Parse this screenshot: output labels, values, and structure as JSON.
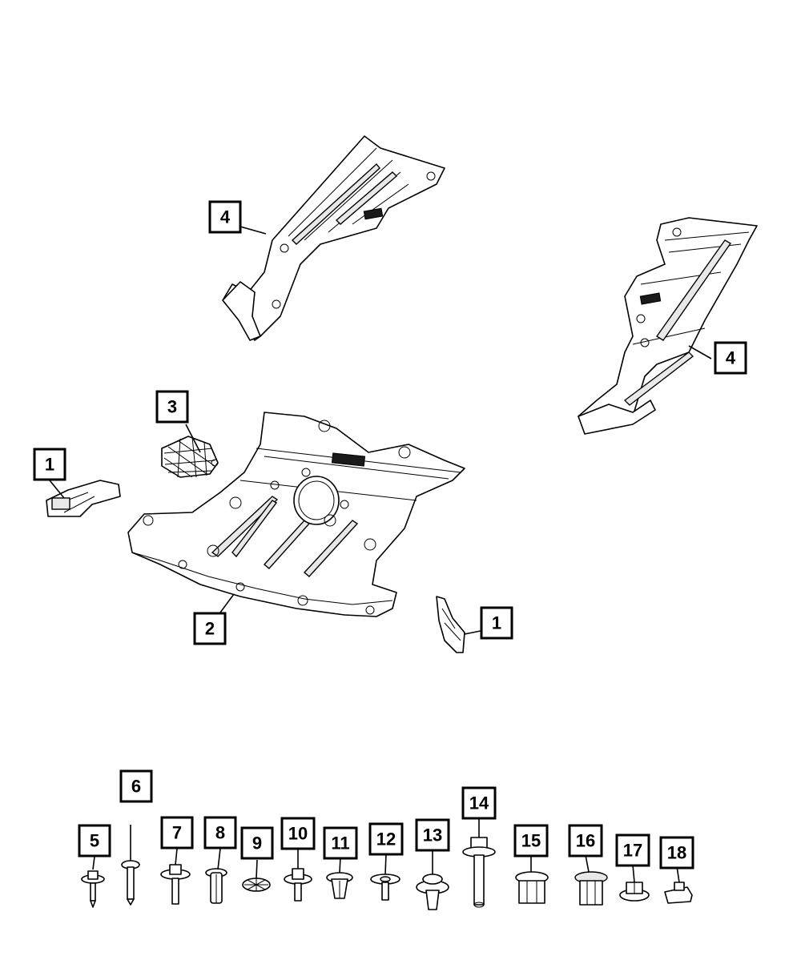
{
  "callouts": {
    "c1_left": "1",
    "c1_right": "1",
    "c2": "2",
    "c3": "3",
    "c4_left": "4",
    "c4_right": "4",
    "c5": "5",
    "c6": "6",
    "c7": "7",
    "c8": "8",
    "c9": "9",
    "c10": "10",
    "c11": "11",
    "c12": "12",
    "c13": "13",
    "c14": "14",
    "c15": "15",
    "c16": "16",
    "c17": "17",
    "c18": "18"
  },
  "colors": {
    "line": "#000000",
    "background": "#ffffff",
    "shade": "#e8e8e8"
  }
}
